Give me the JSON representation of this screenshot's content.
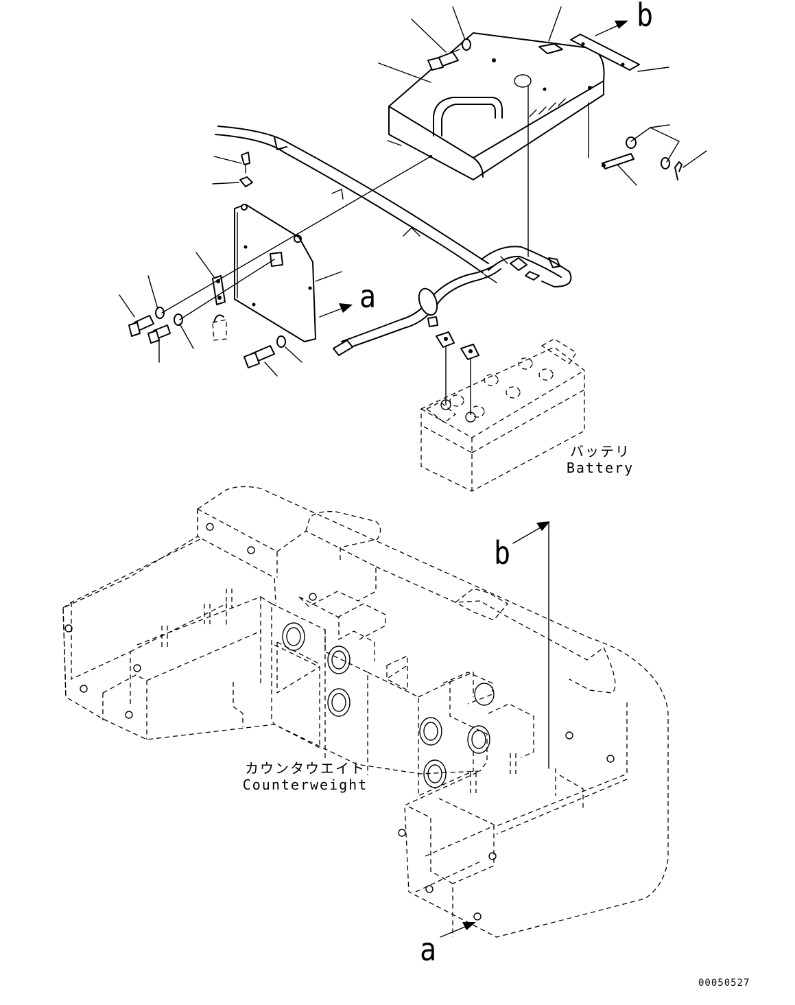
{
  "labels": {
    "battery_ja": "バッテリ",
    "battery_en": "Battery",
    "counterweight_ja": "カウンタウエイト",
    "counterweight_en": "Counterweight",
    "ref_a": "a",
    "ref_b": "b",
    "drawing_number": "00050527"
  },
  "icons": {
    "direction_arrow": "arrow-icon",
    "leader_line": "leader-line"
  }
}
